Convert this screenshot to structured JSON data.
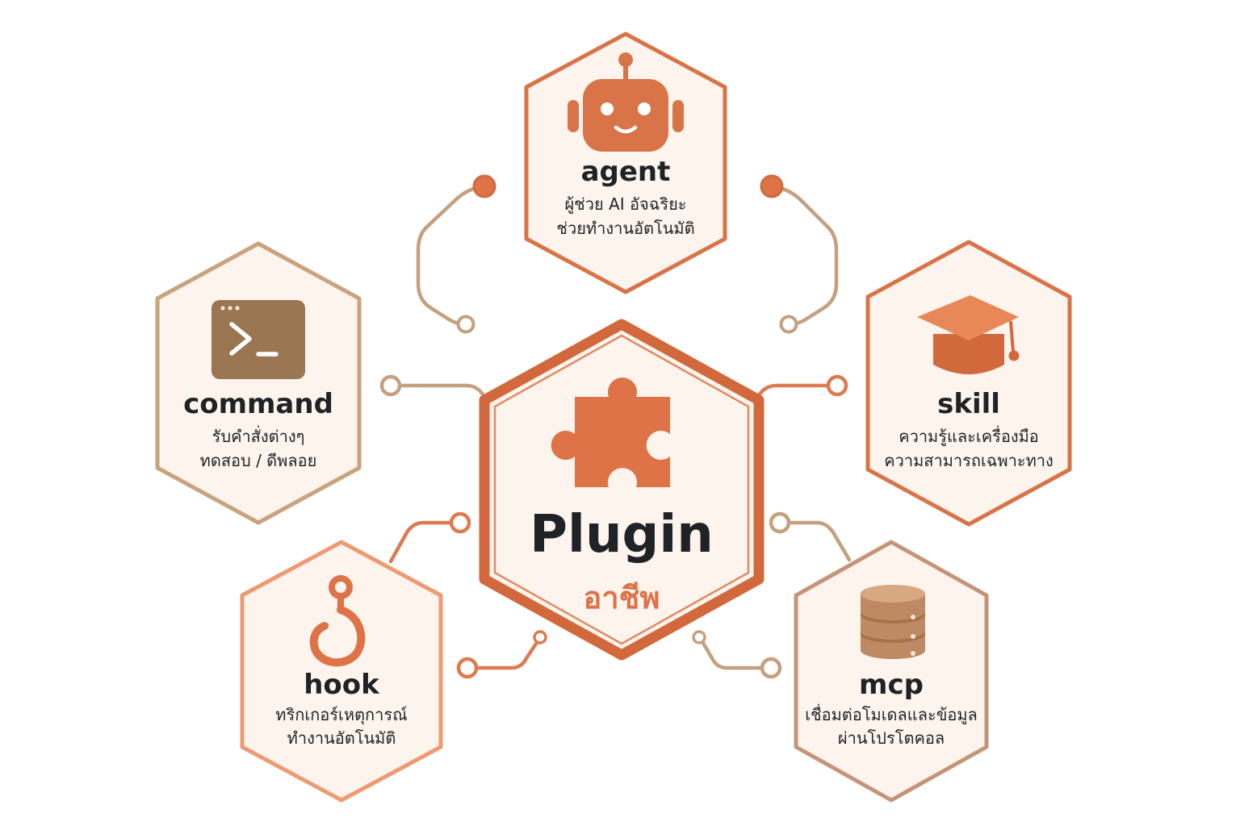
{
  "center": {
    "title": "Plugin",
    "subtitle": "อาชีพ",
    "icon": "puzzle-piece-icon"
  },
  "nodes": {
    "agent": {
      "title": "agent",
      "line1": "ผู้ช่วย AI อัจฉริยะ",
      "line2": "ช่วยทำงานอัตโนมัติ",
      "icon": "robot-icon"
    },
    "command": {
      "title": "command",
      "line1": "รับคำสั่งต่างๆ",
      "line2": "ทดสอบ / ดีพลอย",
      "icon": "terminal-icon"
    },
    "skill": {
      "title": "skill",
      "line1": "ความรู้และเครื่องมือ",
      "line2": "ความสามารถเฉพาะทาง",
      "icon": "graduation-cap-icon"
    },
    "hook": {
      "title": "hook",
      "line1": "ทริกเกอร์เหตุการณ์",
      "line2": "ทำงานอัตโนมัติ",
      "icon": "hook-icon"
    },
    "mcp": {
      "title": "mcp",
      "line1": "เชื่อมต่อโมเดลและข้อมูล",
      "line2": "ผ่านโปรโตคอล",
      "icon": "database-icon"
    }
  },
  "colors": {
    "accent": "#dd7347",
    "accent_dark": "#d2693c",
    "agent_border": "#d97348",
    "command_border": "#c9a27e",
    "skill_border": "#d8744a",
    "hook_border": "#ee9a72",
    "mcp_border": "#c49478",
    "hex_fill": "#fdf4ee",
    "terminal": "#9a7652",
    "database": "#bf8a63",
    "connector_tan": "#c4a07f",
    "connector_orange": "#dd7a52",
    "text": "#1f2326"
  }
}
